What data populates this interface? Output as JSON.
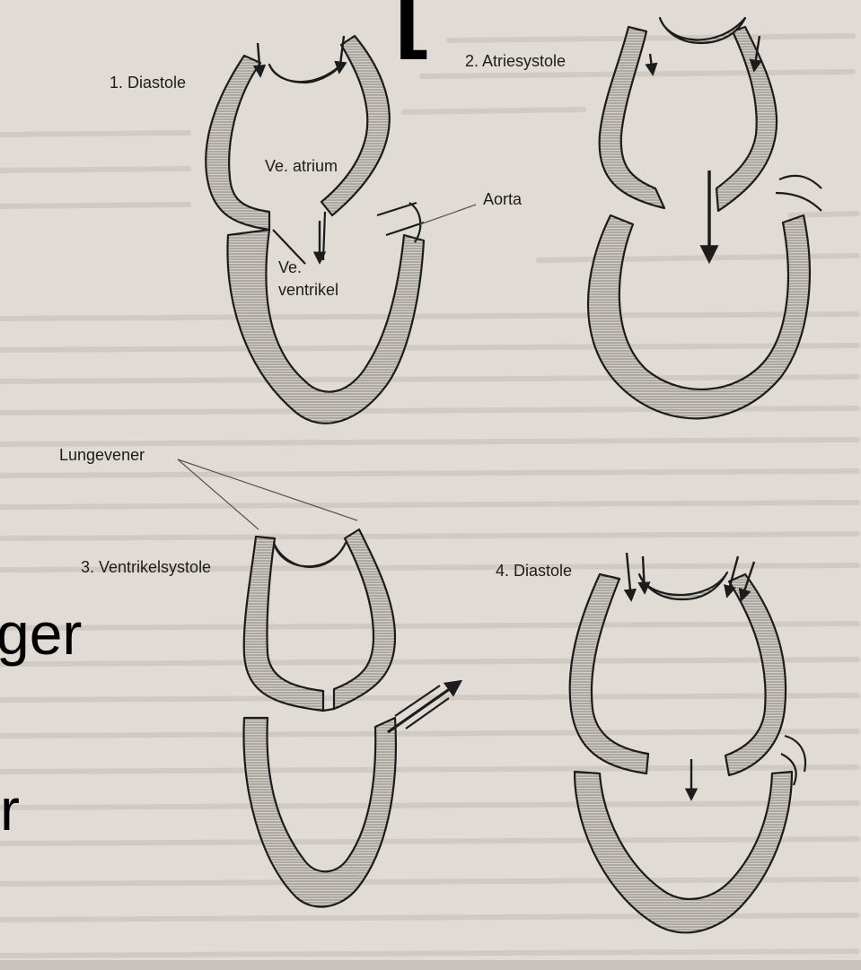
{
  "slide_text": {
    "top_fragment": "[",
    "left_fragment_1": "ger",
    "left_fragment_2": "r"
  },
  "figure": {
    "panels": [
      {
        "id": "1",
        "title": "1. Diastole"
      },
      {
        "id": "2",
        "title": "2. Atriesystole"
      },
      {
        "id": "3",
        "title": "3. Ventrikelsystole"
      },
      {
        "id": "4",
        "title": "4. Diastole"
      }
    ],
    "labels": {
      "atrium": "Ve. atrium",
      "ventricle_1": "Ve.",
      "ventricle_2": "ventrikel",
      "aorta": "Aorta",
      "lungevener": "Lungevener"
    }
  },
  "colors": {
    "paper": "#e2ddd8",
    "ink": "#1c1c1c",
    "hatch": "#9a958f"
  }
}
